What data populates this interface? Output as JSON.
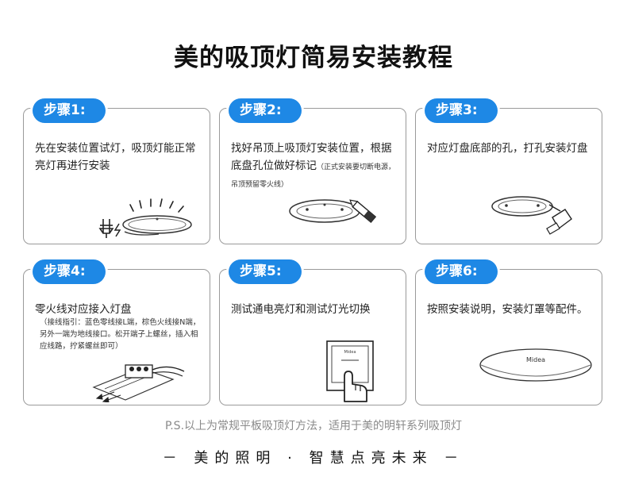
{
  "title": "美的吸顶灯简易安装教程",
  "steps": [
    {
      "label": "步骤1:",
      "text": "先在安装位置试灯，吸顶灯能正常亮灯再进行安装",
      "note": ""
    },
    {
      "label": "步骤2:",
      "text": "找好吊顶上吸顶灯安装位置，根据底盘孔位做好标记",
      "note": "（正式安装要切断电源，吊顶预留零火线）"
    },
    {
      "label": "步骤3:",
      "text": "对应灯盘底部的孔，打孔安装灯盘",
      "note": ""
    },
    {
      "label": "步骤4:",
      "text": "零火线对应接入灯盘",
      "note": "（接线指引：蓝色零线接L端，棕色火线接N端，另外一端为地线接口。松开端子上螺丝，插入相应线路，拧紧螺丝即可）"
    },
    {
      "label": "步骤5:",
      "text": "测试通电亮灯和测试灯光切换",
      "note": ""
    },
    {
      "label": "步骤6:",
      "text": "按照安装说明，安装灯罩等配件。",
      "note": ""
    }
  ],
  "icons": {
    "step1": "plug-light-test-icon",
    "step2": "ceiling-base-marking-icon",
    "step3": "drill-base-icon",
    "step4": "terminal-block-icon",
    "step5": "wall-switch-press-icon",
    "step6": "lamp-cover-icon"
  },
  "brand_logo": "Midea",
  "footer": {
    "ps": "P.S.以上为常规平板吸顶灯方法，适用于美的明轩系列吸顶灯",
    "slogan": "－ 美的照明 · 智慧点亮未来 －"
  },
  "colors": {
    "accent": "#1e88e5",
    "border": "#9a9a9a",
    "ps_text": "#8a8a8a"
  }
}
